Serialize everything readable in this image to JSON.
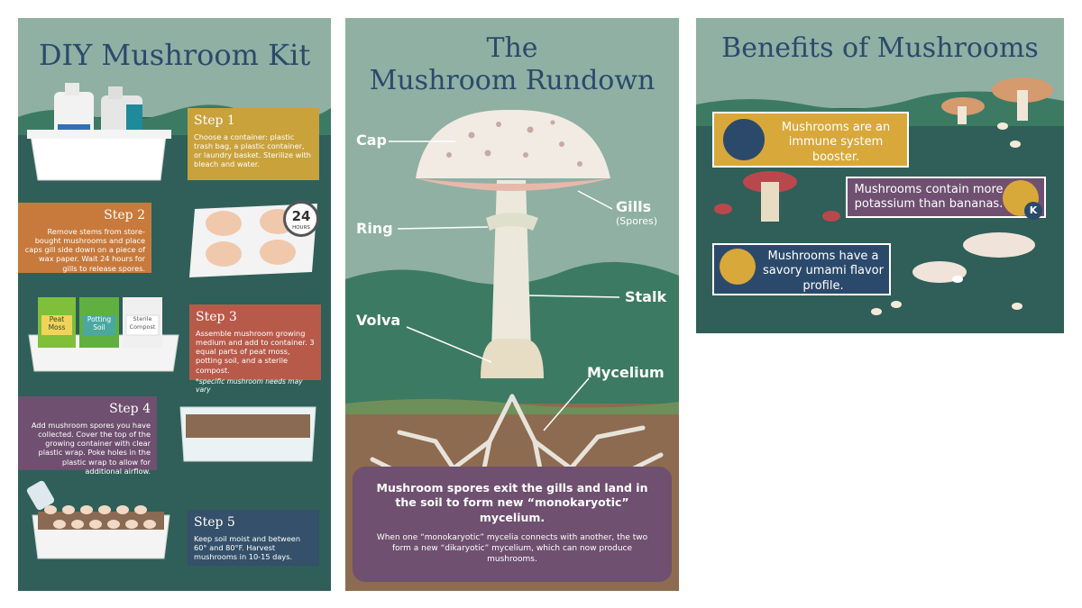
{
  "panel1": {
    "title": "DIY Mushroom Kit",
    "steps": [
      {
        "title": "Step 1",
        "body": "Choose a container: plastic trash bag, a plastic container, or laundry basket. Sterilize with bleach and water."
      },
      {
        "title": "Step 2",
        "body": "Remove stems from store-bought mushrooms and place caps gill side down on a piece of wax paper. Wait 24 hours for gills to release spores."
      },
      {
        "title": "Step 3",
        "body": "Assemble mushroom growing medium and add to container. 3 equal parts of peat moss, potting soil, and a sterile compost.",
        "note": "*specific mushroom needs may vary"
      },
      {
        "title": "Step 4",
        "body": "Add mushroom spores you have collected. Cover the top of the growing container with clear plastic wrap. Poke holes in the plastic wrap to allow for additional airflow."
      },
      {
        "title": "Step 5",
        "body": "Keep soil moist and between 60° and 80°F. Harvest mushrooms in 10-15 days."
      }
    ],
    "timer_number": "24",
    "timer_unit": "HOURS",
    "bags": [
      "Peat Moss",
      "Potting Soil",
      "Sterile Compost"
    ],
    "colors": {
      "step1": "#c9a23c",
      "step2": "#c77a3c",
      "step3": "#b85a4a",
      "step4": "#6f5070",
      "step5": "#34506a"
    }
  },
  "panel2": {
    "title_line1": "The",
    "title_line2": "Mushroom Rundown",
    "labels": {
      "cap": "Cap",
      "gills": "Gills",
      "gills_sub": "(Spores)",
      "ring": "Ring",
      "stalk": "Stalk",
      "volva": "Volva",
      "mycelium": "Mycelium"
    },
    "info_main": "Mushroom spores exit the gills and land in the soil to form new “monokaryotic” mycelium.",
    "info_sub": "When one “monokaryotic” mycelia connects with another, the two form a new “dikaryotic” mycelium, which can now produce mushrooms."
  },
  "panel3": {
    "title": "Benefits of Mushrooms",
    "benefits": [
      {
        "text": "Mushrooms are an immune system booster.",
        "icon": "dna-icon",
        "color": "#d9a83a"
      },
      {
        "text": "Mushrooms contain more potassium than bananas.",
        "icon": "banana-icon",
        "badge": "K",
        "color": "#6f5070"
      },
      {
        "text": "Mushrooms have a savory umami flavor profile.",
        "icon": "fork-knife-icon",
        "color": "#2b4a6b"
      }
    ]
  }
}
